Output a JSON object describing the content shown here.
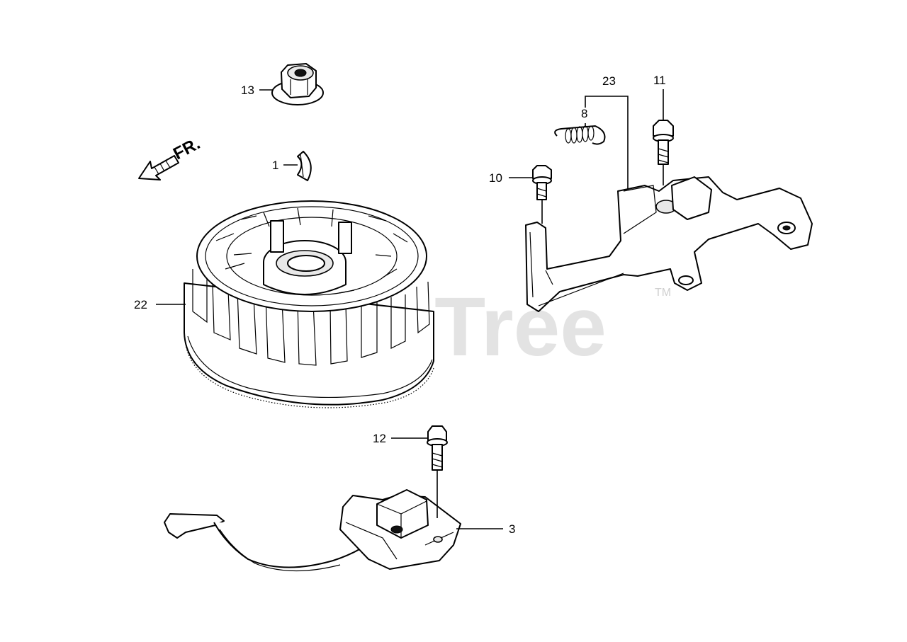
{
  "watermark": {
    "text": "PartsTree",
    "trademark": "TM"
  },
  "direction_indicator": {
    "text": "FR."
  },
  "callouts": [
    {
      "id": "c13",
      "number": "13"
    },
    {
      "id": "c1",
      "number": "1"
    },
    {
      "id": "c22",
      "number": "22"
    },
    {
      "id": "c23",
      "number": "23"
    },
    {
      "id": "c11",
      "number": "11"
    },
    {
      "id": "c8",
      "number": "8"
    },
    {
      "id": "c10",
      "number": "10"
    },
    {
      "id": "c12",
      "number": "12"
    },
    {
      "id": "c3",
      "number": "3"
    }
  ]
}
